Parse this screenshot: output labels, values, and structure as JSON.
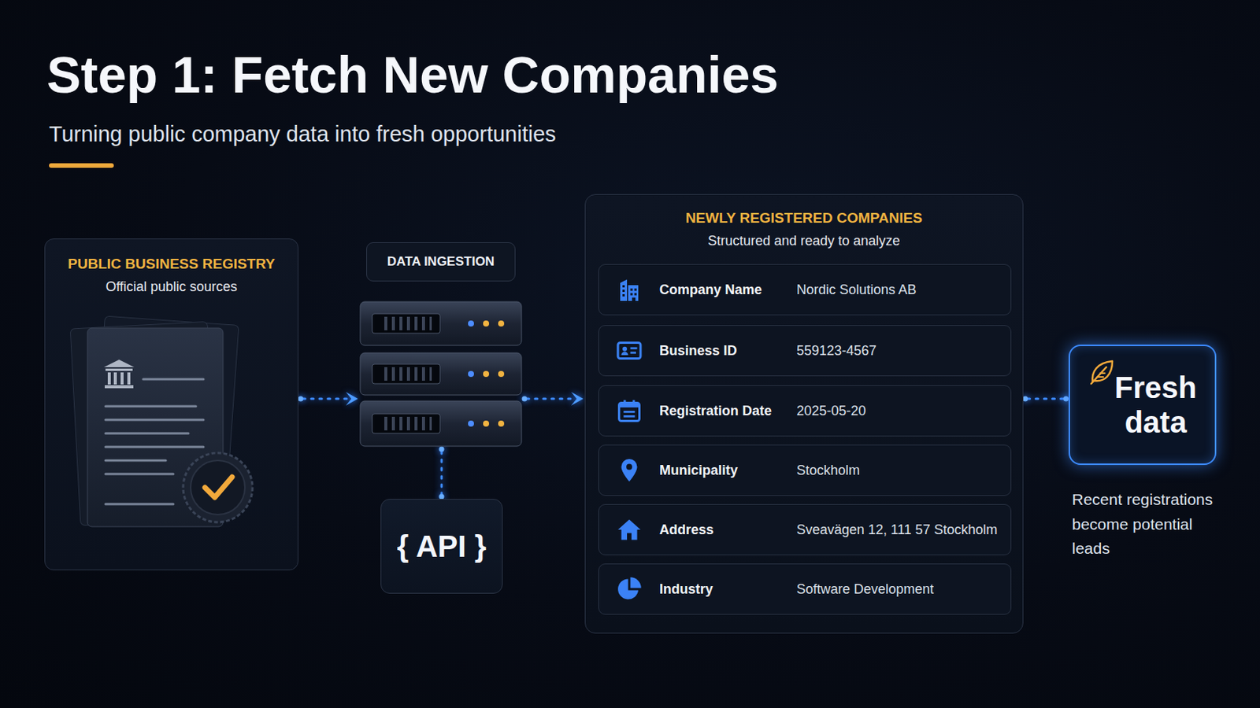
{
  "diagram": {
    "title": "Step 1: Fetch New Companies",
    "caption": "Turning public company data into fresh opportunities",
    "nodes": [
      {
        "text": [
          "PUBLIC BUSINESS REGISTRY",
          "Official public sources"
        ]
      },
      {
        "text": [
          "DATA INGESTION"
        ]
      },
      {
        "text": [
          "{ API }"
        ]
      },
      {
        "text": [
          "NEWLY REGISTERED COMPANIES",
          "Structured and ready to analyze"
        ]
      },
      {
        "text": [
          "Company Name",
          "Nordic Solutions AB"
        ],
        "in": 3
      },
      {
        "text": [
          "Business ID",
          "559123-4567"
        ],
        "in": 3
      },
      {
        "text": [
          "Registration Date",
          "2025-05-20"
        ],
        "in": 3
      },
      {
        "text": [
          "Municipality",
          "Stockholm"
        ],
        "in": 3
      },
      {
        "text": [
          "Address",
          "Sveavägen 12, 111 57 Stockholm"
        ],
        "in": 3
      },
      {
        "text": [
          "Industry",
          "Software Development"
        ],
        "in": 3
      },
      {
        "text": [
          "Fresh data"
        ]
      }
    ],
    "edges": [
      {
        "from": 0,
        "to": 1,
        "arrow": "to"
      },
      {
        "from": 1,
        "to": 3,
        "arrow": "to"
      },
      {
        "from": 1,
        "to": 2,
        "arrow": "none"
      },
      {
        "from": 3,
        "to": 10,
        "arrow": "none"
      }
    ],
    "labels": [
      "Recent registrations become potential leads"
    ]
  }
}
